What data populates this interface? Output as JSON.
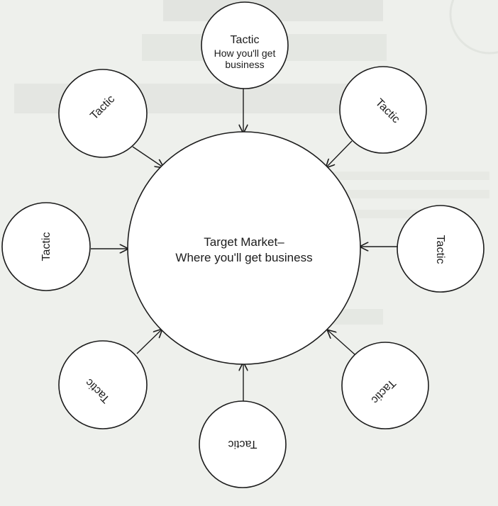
{
  "diagram": {
    "center": {
      "line1": "Target Market–",
      "line2": "Where you'll get business"
    },
    "tactics": [
      {
        "label": "Tactic",
        "sub1": "How you'll get",
        "sub2": "business"
      },
      {
        "label": "Tactic"
      },
      {
        "label": "Tactic"
      },
      {
        "label": "Tactic"
      },
      {
        "label": "Tactic"
      },
      {
        "label": "Tactic"
      },
      {
        "label": "Tactic"
      },
      {
        "label": "Tactic"
      }
    ]
  },
  "colors": {
    "background": "#eef0ec",
    "ink": "#1c1c1c",
    "show_through": "#cfd3ce"
  }
}
